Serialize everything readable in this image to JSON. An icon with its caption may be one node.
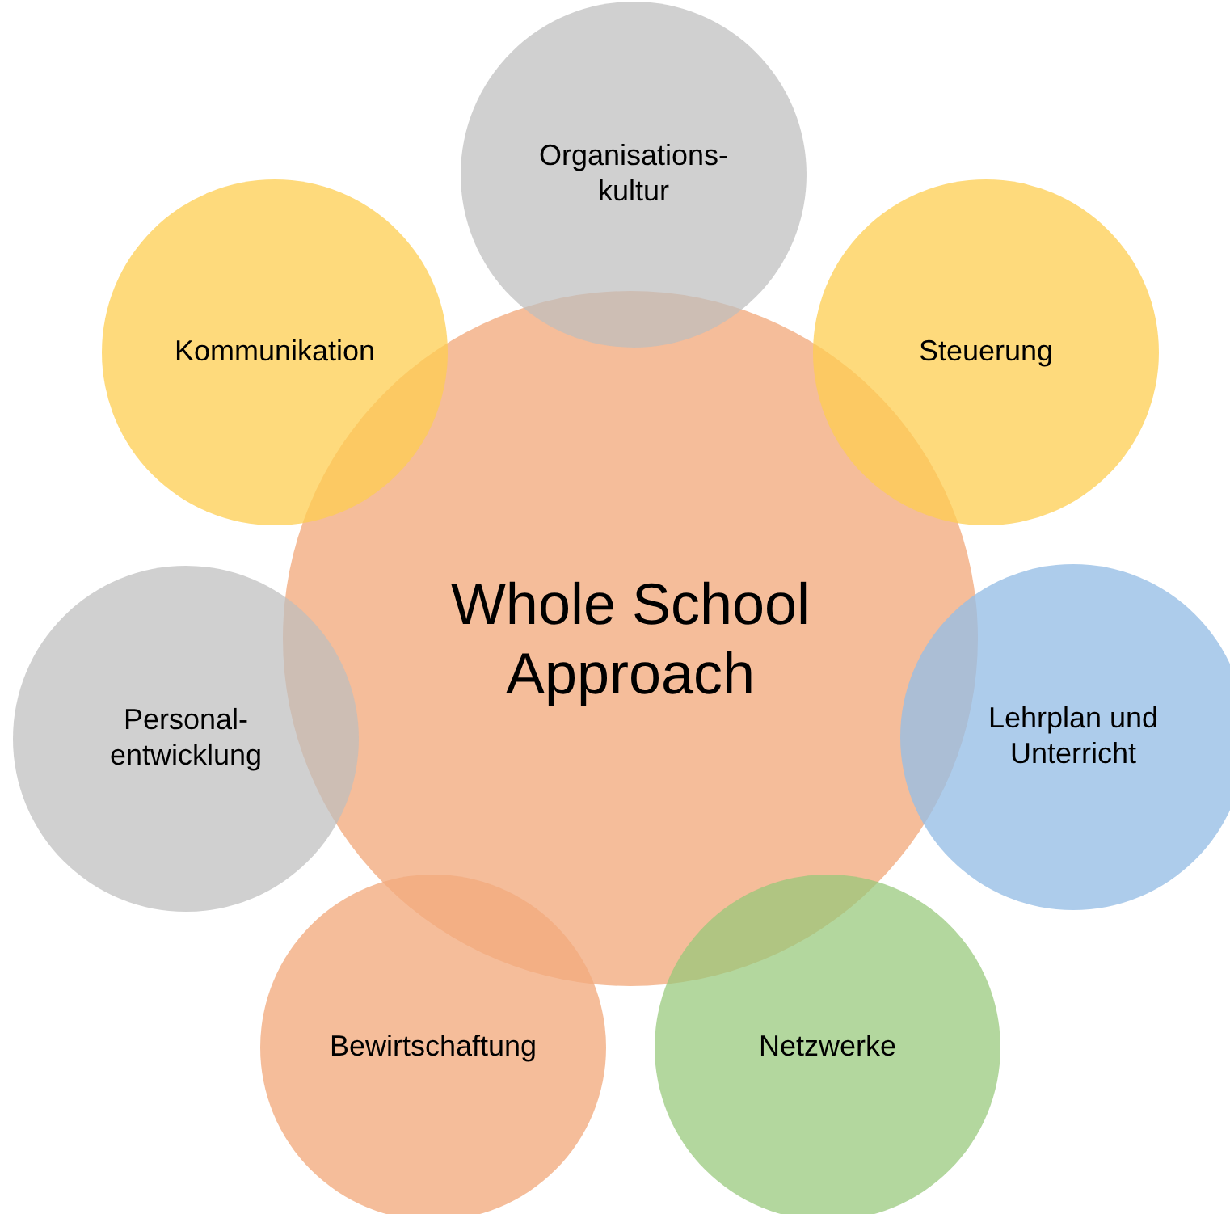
{
  "diagram": {
    "nodes": [
      {
        "text": [
          "Whole School Approach"
        ]
      },
      {
        "text": [
          "Organisations- kultur"
        ]
      },
      {
        "text": [
          "Steuerung"
        ]
      },
      {
        "text": [
          "Lehrplan und Unterricht"
        ]
      },
      {
        "text": [
          "Netzwerke"
        ]
      },
      {
        "text": [
          "Bewirtschaftung"
        ]
      },
      {
        "text": [
          "Personal- entwicklung"
        ]
      },
      {
        "text": [
          "Kommunikation"
        ]
      }
    ]
  }
}
